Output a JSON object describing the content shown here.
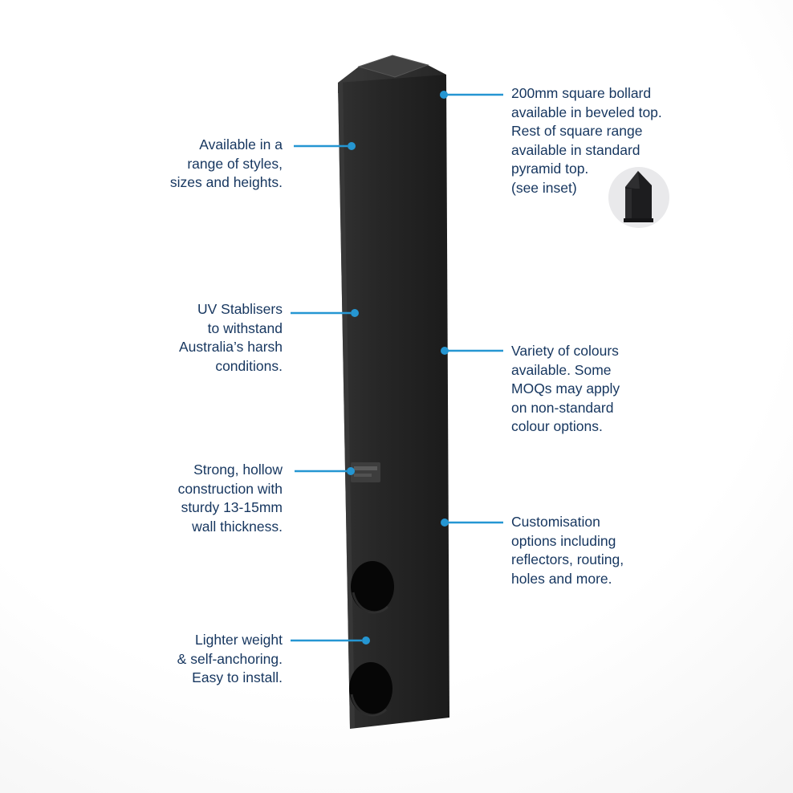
{
  "figure": {
    "name": "square-bollard-feature-diagram",
    "product": "Square bollard"
  },
  "colors": {
    "accent_blue": "#2596d2",
    "text_navy": "#16365f",
    "bollard_dark": "#242424",
    "background_light": "#f3f3f3"
  },
  "callouts_left": [
    {
      "text": "Available in a\nrange of styles,\nsizes and heights."
    },
    {
      "text": "UV Stablisers\nto withstand\nAustralia’s harsh\nconditions."
    },
    {
      "text": "Strong, hollow\nconstruction with\nsturdy 13-15mm\nwall thickness."
    },
    {
      "text": "Lighter weight\n& self-anchoring.\nEasy to install."
    }
  ],
  "callouts_right": [
    {
      "text": "200mm square bollard\navailable in beveled top.\nRest of square range\navailable in standard\npyramid top.\n(see inset)"
    },
    {
      "text": "Variety of colours\navailable. Some\nMOQs may apply\non non-standard\ncolour options."
    },
    {
      "text": "Customisation\noptions including\nreflectors, routing,\nholes and more."
    }
  ],
  "inset": {
    "icon": "pyramid-top-bollard"
  }
}
